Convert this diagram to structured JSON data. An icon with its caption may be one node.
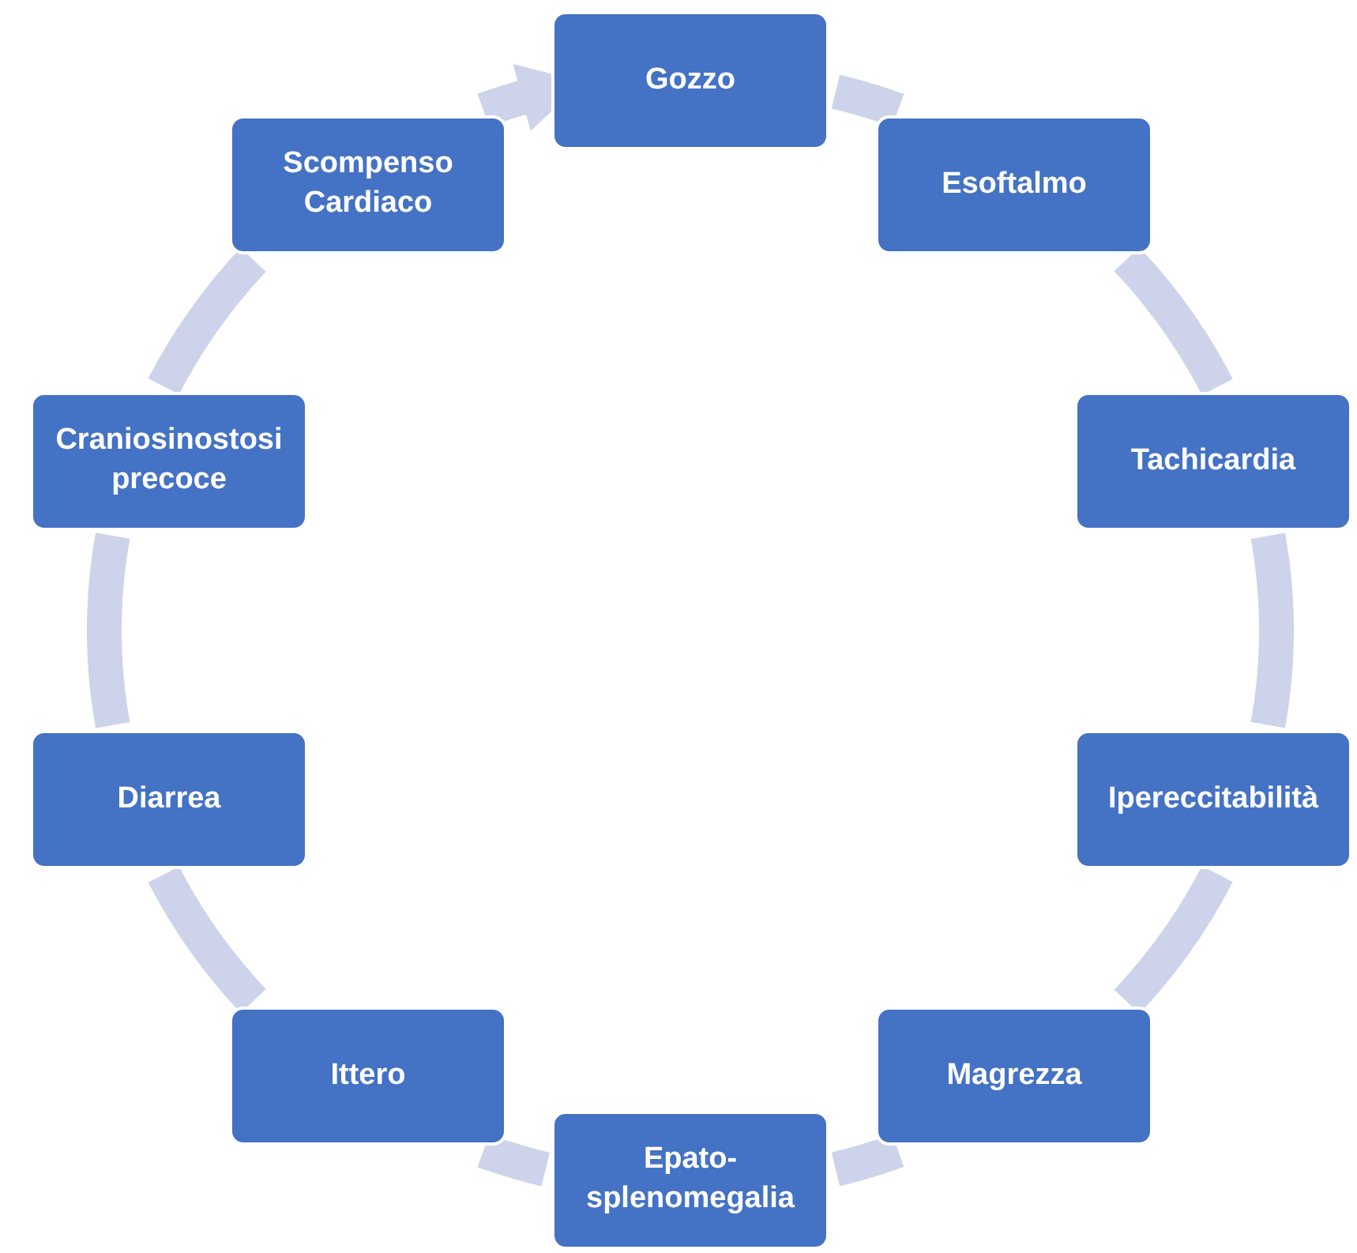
{
  "diagram": {
    "nodes": [
      {
        "text": [
          "Gozzo"
        ]
      },
      {
        "text": [
          "Esoftalmo"
        ]
      },
      {
        "text": [
          "Tachicardia"
        ]
      },
      {
        "text": [
          "Ipereccitabilità"
        ]
      },
      {
        "text": [
          "Magrezza"
        ]
      },
      {
        "text": [
          "Epato-splenomegalia"
        ]
      },
      {
        "text": [
          "Ittero"
        ]
      },
      {
        "text": [
          "Diarrea"
        ]
      },
      {
        "text": [
          "Craniosinostosi precoce"
        ]
      },
      {
        "text": [
          "Scompenso Cardiaco"
        ]
      }
    ],
    "edges": [
      {
        "from": 0,
        "to": 1,
        "arrow": "none"
      },
      {
        "from": 1,
        "to": 2,
        "arrow": "none"
      },
      {
        "from": 2,
        "to": 3,
        "arrow": "none"
      },
      {
        "from": 3,
        "to": 4,
        "arrow": "none"
      },
      {
        "from": 4,
        "to": 5,
        "arrow": "none"
      },
      {
        "from": 5,
        "to": 6,
        "arrow": "none"
      },
      {
        "from": 6,
        "to": 7,
        "arrow": "none"
      },
      {
        "from": 7,
        "to": 8,
        "arrow": "none"
      },
      {
        "from": 8,
        "to": 9,
        "arrow": "none"
      },
      {
        "from": 9,
        "to": 0,
        "arrow": "to"
      }
    ]
  }
}
